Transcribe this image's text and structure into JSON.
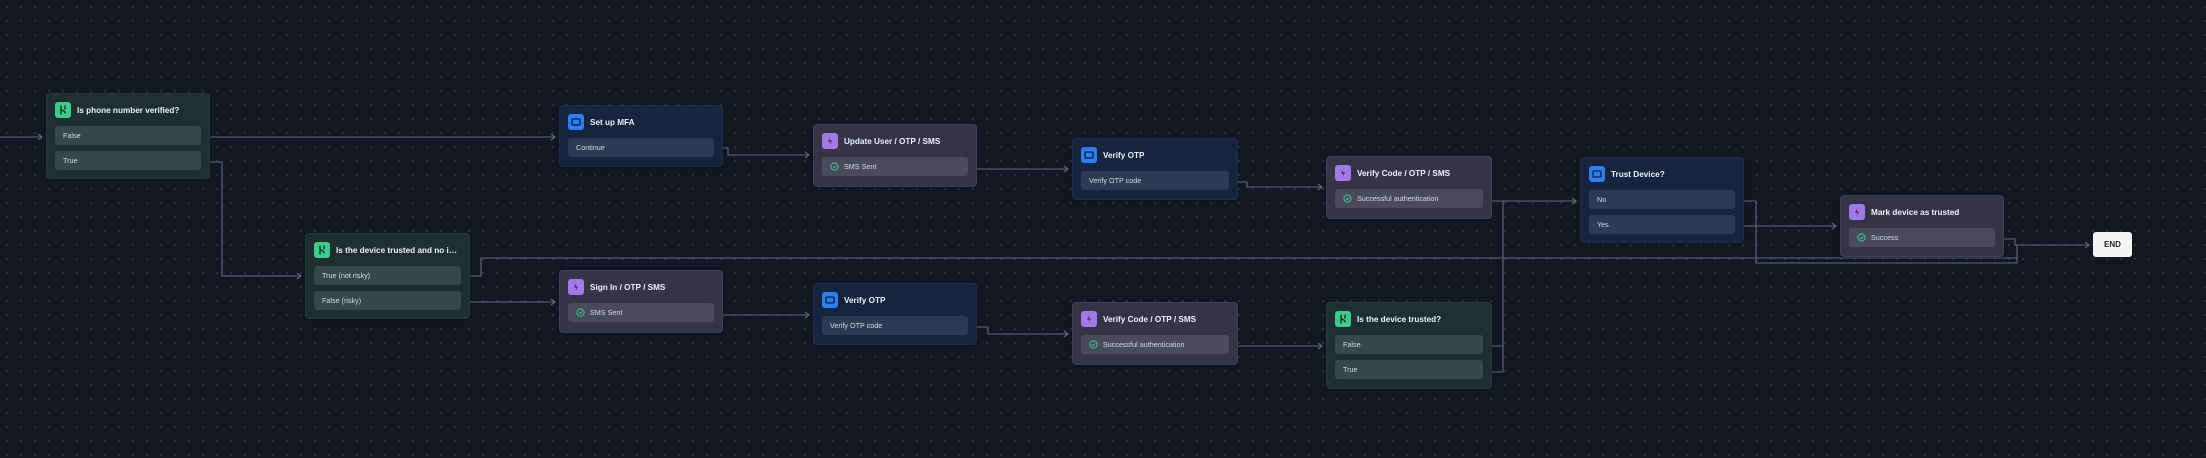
{
  "colors": {
    "background": "#121722",
    "edge": "#5f6b7d",
    "condition": "#3ecb8c",
    "screen": "#2f7ef0",
    "action": "#a27ae8"
  },
  "nodes": {
    "phone_verified": {
      "type": "condition",
      "icon": "branch-icon",
      "title": "Is phone number verified?",
      "branches": [
        "False",
        "True"
      ]
    },
    "setup_mfa": {
      "type": "screen",
      "icon": "screen-icon",
      "title": "Set up MFA",
      "branches": [
        "Continue"
      ]
    },
    "update_user_otp": {
      "type": "action",
      "icon": "action-icon",
      "title": "Update User / OTP / SMS",
      "branches": [
        "SMS Sent"
      ]
    },
    "verify_otp_top": {
      "type": "screen",
      "icon": "screen-icon",
      "title": "Verify OTP",
      "branches": [
        "Verify OTP code"
      ]
    },
    "verify_code_top": {
      "type": "action",
      "icon": "action-icon",
      "title": "Verify Code / OTP / SMS",
      "branches": [
        "Successful authentication"
      ]
    },
    "trust_device": {
      "type": "screen",
      "icon": "screen-icon",
      "title": "Trust Device?",
      "branches": [
        "No",
        "Yes"
      ]
    },
    "mark_trusted": {
      "type": "action",
      "icon": "action-icon",
      "title": "Mark device as trusted",
      "branches": [
        "Success"
      ]
    },
    "device_trusted_no_imp": {
      "type": "condition",
      "icon": "branch-icon",
      "title": "Is the device trusted and no imp...",
      "branches": [
        "True (not risky)",
        "False (risky)"
      ]
    },
    "sign_in_otp": {
      "type": "action",
      "icon": "action-icon",
      "title": "Sign In / OTP / SMS",
      "branches": [
        "SMS Sent"
      ]
    },
    "verify_otp_bottom": {
      "type": "screen",
      "icon": "screen-icon",
      "title": "Verify OTP",
      "branches": [
        "Verify OTP code"
      ]
    },
    "verify_code_bottom": {
      "type": "action",
      "icon": "action-icon",
      "title": "Verify Code / OTP / SMS",
      "branches": [
        "Successful authentication"
      ]
    },
    "is_device_trusted": {
      "type": "condition",
      "icon": "branch-icon",
      "title": "Is the device trusted?",
      "branches": [
        "False",
        "True"
      ]
    }
  },
  "end_label": "END"
}
